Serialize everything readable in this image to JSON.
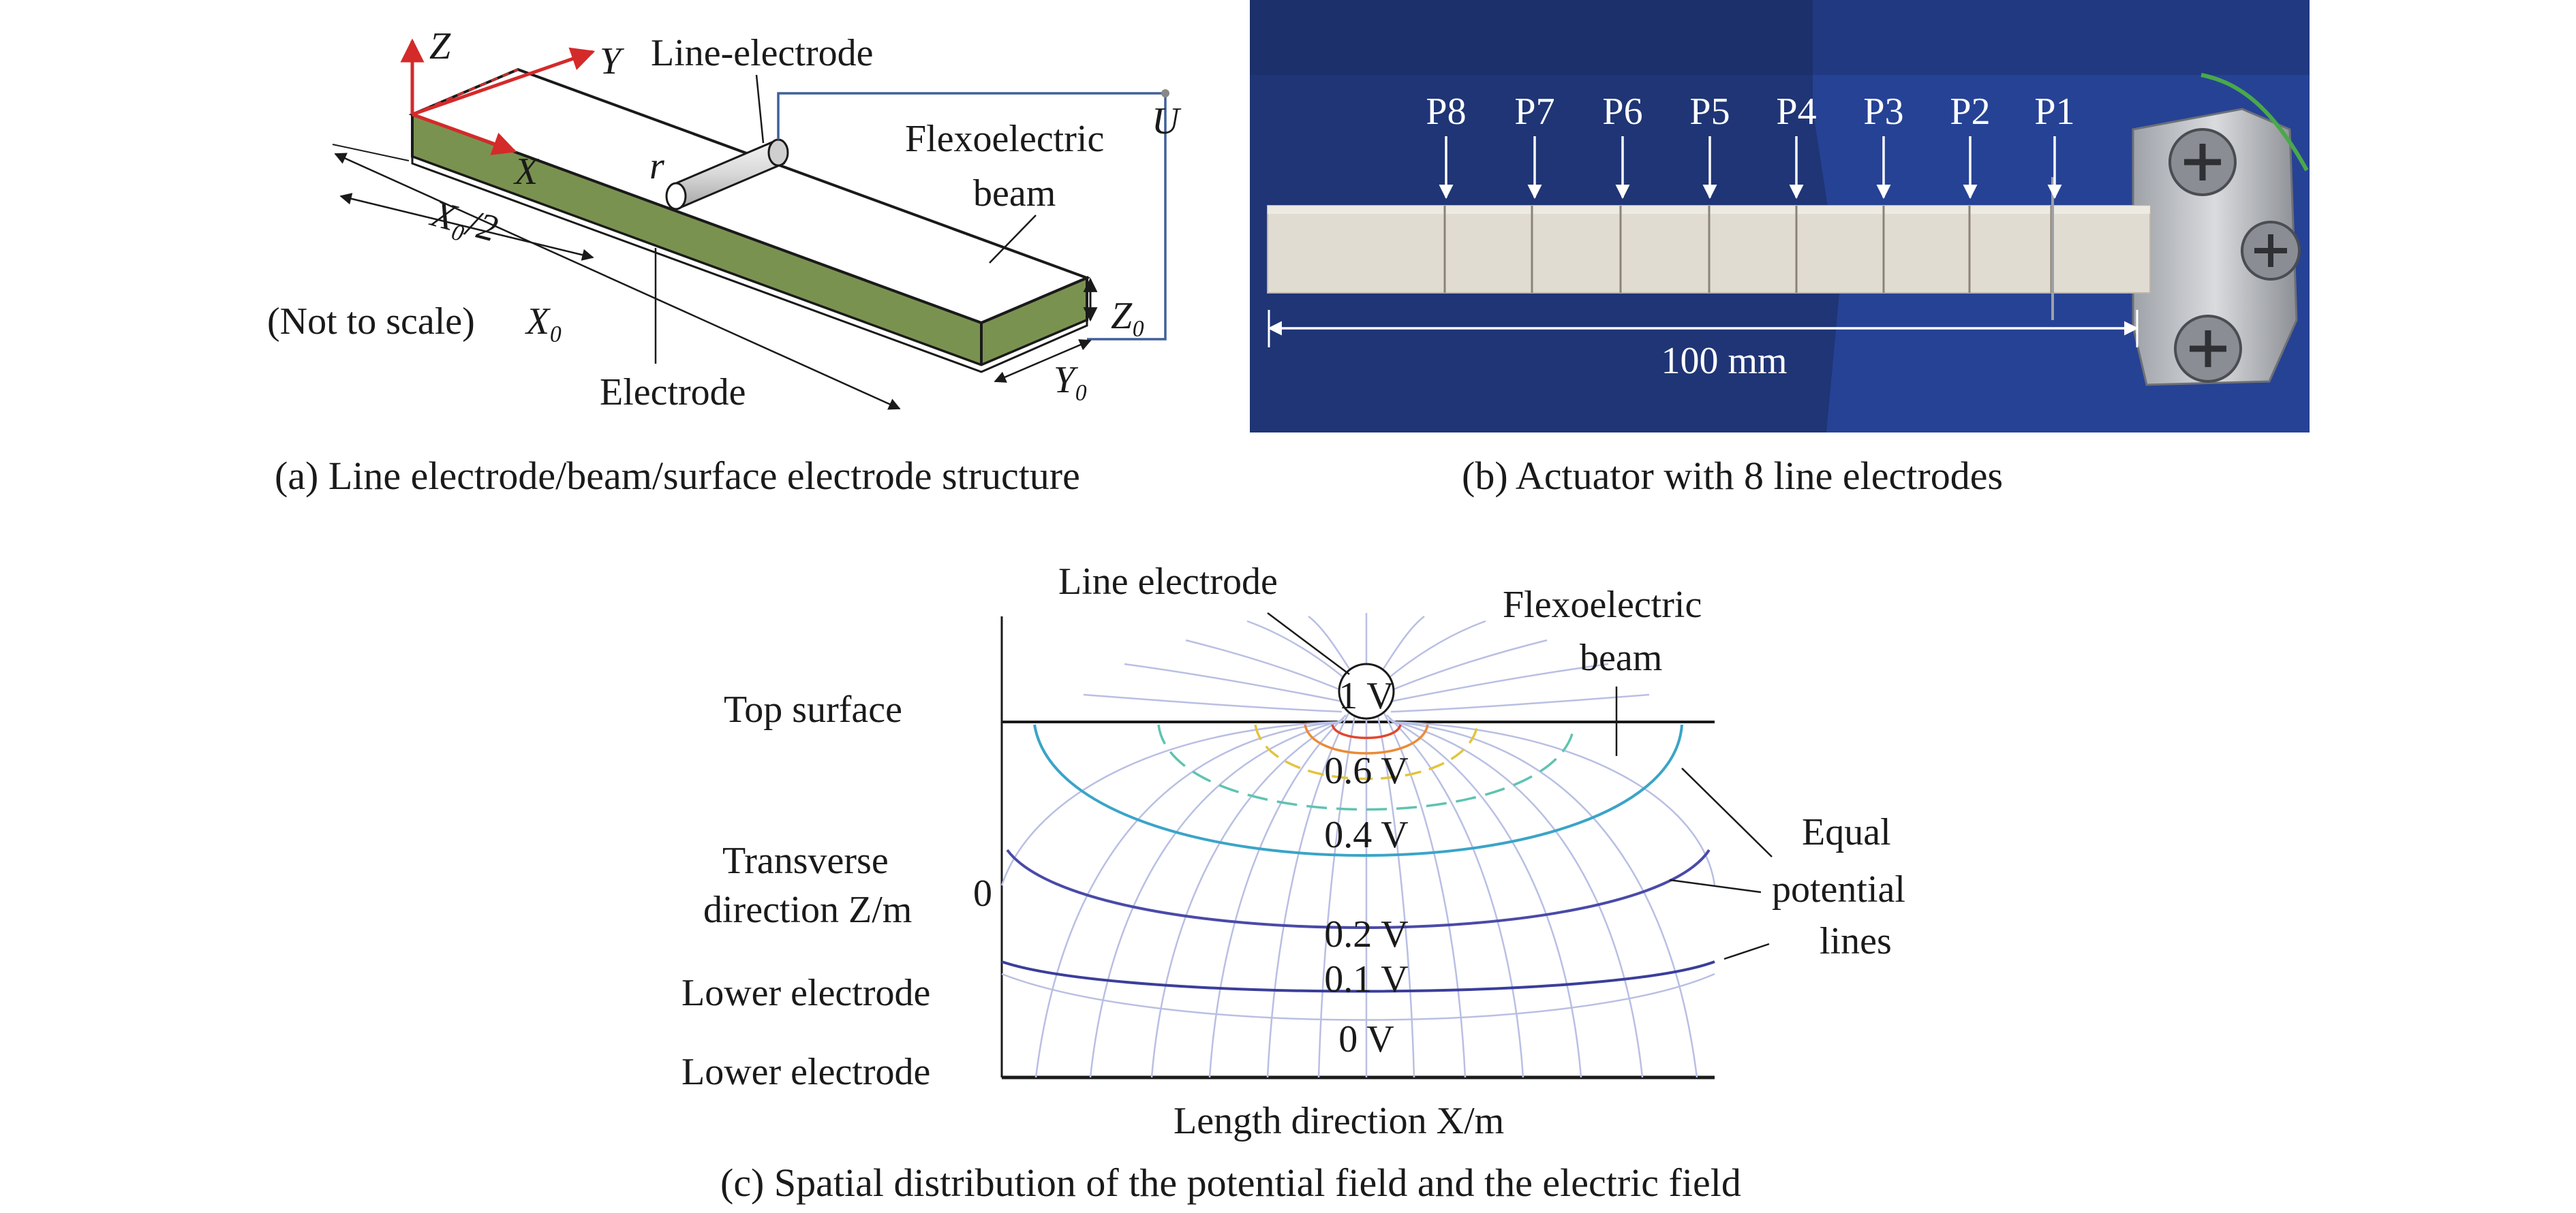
{
  "colors": {
    "axis_red": "#d42a2a",
    "beam_green": "#7a9250",
    "photo_background": "#1f3575",
    "circuit_blue": "#40609a",
    "grid_line": "#b9bfe3",
    "equipotential_outer": "#3a3e9a",
    "equipotential_mid": "#3aa4c8",
    "equipotential_inner": "#e3c43d",
    "equipotential_core": "#e2462e"
  },
  "panel_a": {
    "axis_z": "Z",
    "axis_y": "Y",
    "axis_x": "X",
    "line_electrode_label": "Line-electrode",
    "radius_label": "r",
    "voltage_label": "U",
    "beam_label_line1": "Flexoelectric",
    "beam_label_line2": "beam",
    "half_length_label": "X₀/2",
    "length_label": "X₀",
    "not_to_scale": "(Not to scale)",
    "thickness_label": "Z₀",
    "width_label": "Y₀",
    "electrode_label": "Electrode",
    "caption": "(a) Line electrode/beam/surface electrode structure"
  },
  "panel_b": {
    "electrode_positions": [
      "P8",
      "P7",
      "P6",
      "P5",
      "P4",
      "P3",
      "P2",
      "P1"
    ],
    "length_label": "100 mm",
    "caption": "(b) Actuator with 8 line electrodes"
  },
  "panel_c": {
    "line_electrode_label": "Line electrode",
    "beam_label_line1": "Flexoelectric",
    "beam_label_line2": "beam",
    "top_surface_label": "Top surface",
    "transverse_label_line1": "Transverse",
    "transverse_label_line2": "direction Z/m",
    "zero_tick": "0",
    "lower_electrode_label_1": "Lower electrode",
    "lower_electrode_label_2": "Lower electrode",
    "equal_potential_line1": "Equal",
    "equal_potential_line2": "potential",
    "equal_potential_line3": "lines",
    "x_axis_label": "Length direction X/m",
    "potential_labels": [
      "1 V",
      "0.6 V",
      "0.4 V",
      "0.2 V",
      "0.1 V",
      "0 V"
    ],
    "caption": "(c) Spatial distribution of the potential field and the electric field"
  }
}
